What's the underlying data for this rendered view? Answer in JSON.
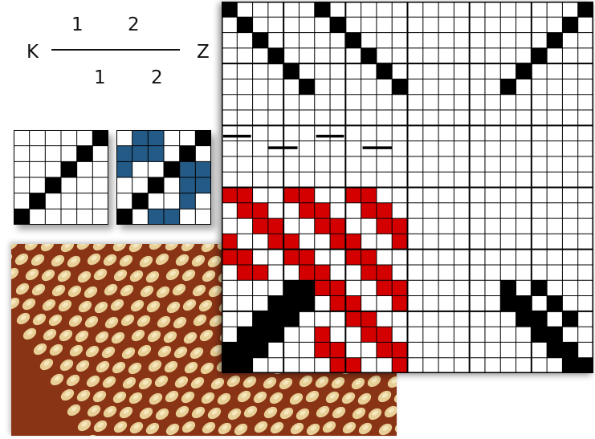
{
  "formula": {
    "left_label": "K",
    "right_label": "Z",
    "top_numbers": [
      "1",
      "2"
    ],
    "bottom_numbers": [
      "1",
      "2"
    ]
  },
  "colors": {
    "ink": "#000000",
    "grid_line": "#000000",
    "weave_blue": "#245a86",
    "tieup_red": "#d40000",
    "fabric_light": "#e8cf96",
    "fabric_dark": "#8a3416"
  },
  "draft": {
    "cols": 24,
    "rows": 24,
    "major_every": 4,
    "threading_rows": 8,
    "tieup_marker_rows": 1
  },
  "icons": {
    "threading": "threading-diagram-icon",
    "tieup": "tieup-diagram-icon",
    "drawdown": "drawdown-diagram-icon",
    "fabric": "woven-fabric-photo"
  }
}
